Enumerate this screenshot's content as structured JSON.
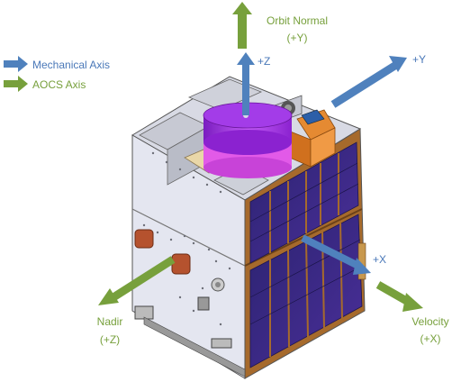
{
  "legend": {
    "mechanical": {
      "label": "Mechanical Axis",
      "color": "#4f81bd"
    },
    "aocs": {
      "label": "AOCS Axis",
      "color": "#77a03c"
    }
  },
  "axes": {
    "orbit_normal": {
      "line1": "Orbit Normal",
      "line2": "(+Y)"
    },
    "nadir": {
      "line1": "Nadir",
      "line2": "(+Z)"
    },
    "velocity": {
      "line1": "Velocity",
      "line2": "(+X)"
    },
    "mech_z": {
      "label": "+Z"
    },
    "mech_y": {
      "label": "+Y"
    },
    "mech_x": {
      "label": "+X"
    }
  },
  "colors": {
    "mechanical_text": "#4a78b8",
    "aocs_text": "#77a03c",
    "body_white": "#e4e6f0",
    "solar_panel": "#3e2a8a",
    "panel_frame": "#a66a2c",
    "propellant_tank": "#9b2ce0"
  }
}
